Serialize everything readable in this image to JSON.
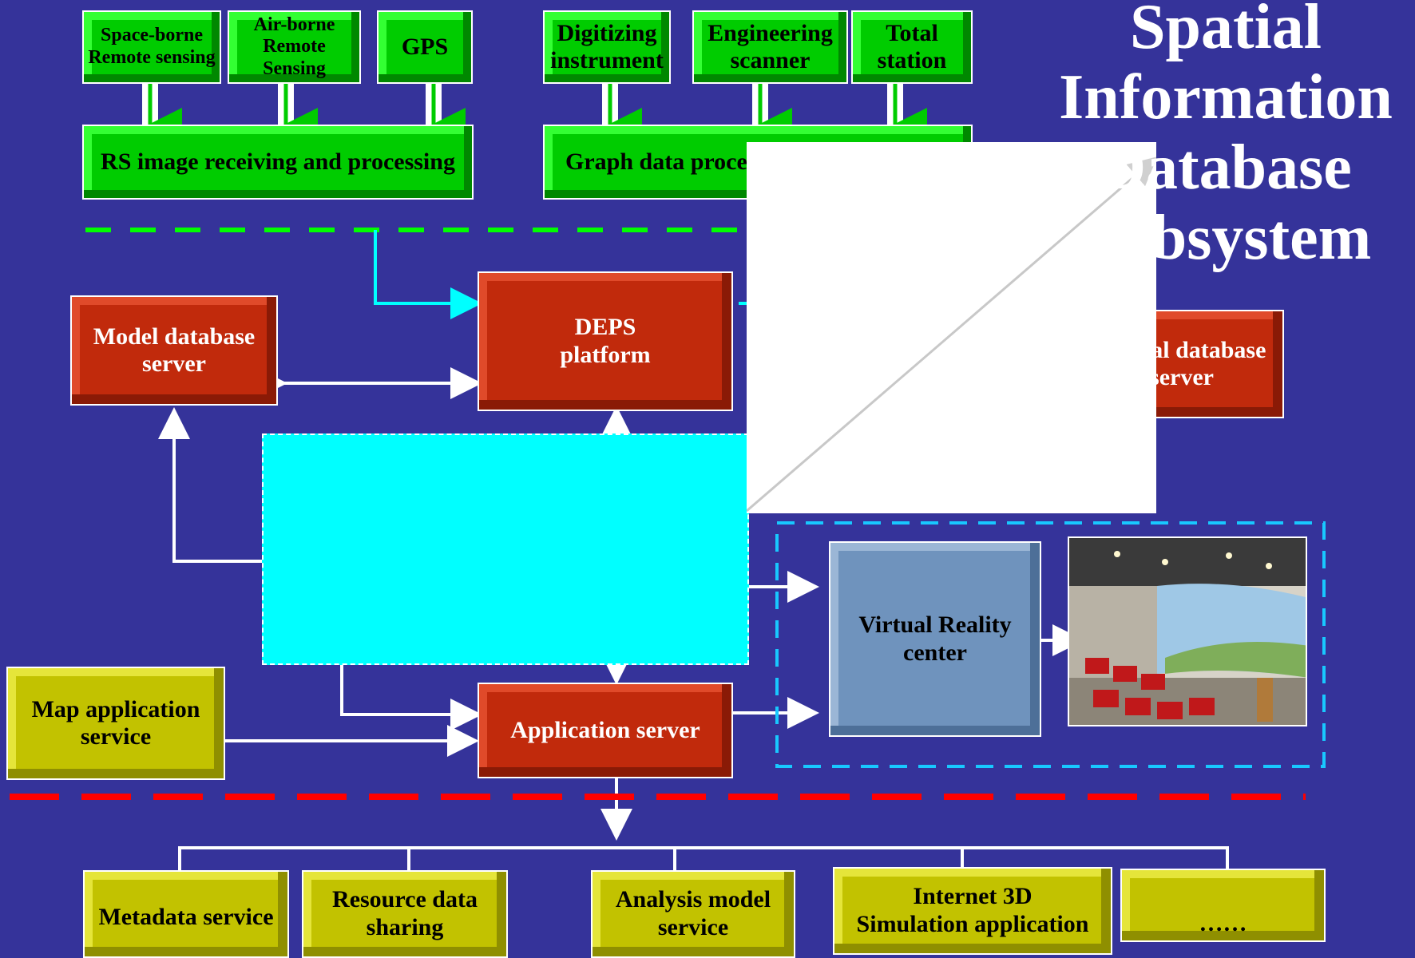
{
  "title": [
    "Spatial",
    "Information",
    "Database",
    "Subsystem"
  ],
  "acquisition": {
    "space_borne": [
      "Space-borne",
      "Remote sensing"
    ],
    "air_borne": [
      "Air-borne",
      "Remote Sensing"
    ],
    "gps": "GPS",
    "digitizing": [
      "Digitizing",
      "instrument"
    ],
    "engineering": [
      "Engineering",
      "scanner"
    ],
    "total_station": [
      "Total",
      "station"
    ],
    "rs_processing": "RS image receiving and processing",
    "graph_processing": "Graph data processing"
  },
  "servers": {
    "model_db": [
      "Model database",
      "server"
    ],
    "deps": [
      "DEPS",
      "platform"
    ],
    "spatial_db": [
      "Spatial database",
      "server"
    ],
    "application": "Application server"
  },
  "services": {
    "map_app": [
      "Map application",
      "service"
    ],
    "virtual_reality": [
      "Virtual Reality",
      "center"
    ],
    "metadata": "Metadata service",
    "resource": [
      "Resource data",
      "sharing"
    ],
    "analysis": [
      "Analysis model",
      "service"
    ],
    "internet3d": [
      "Internet 3D",
      "Simulation application"
    ],
    "more": "……"
  },
  "colors": {
    "background": "#35339a",
    "green": "#00cc00",
    "red": "#c12a0c",
    "yellow": "#c2c200",
    "steel": "#6f93bd",
    "cyan": "#00ffff",
    "green_divider": "#00ff00",
    "red_divider": "#ff0000",
    "blue_dashed": "#18c8ff"
  }
}
